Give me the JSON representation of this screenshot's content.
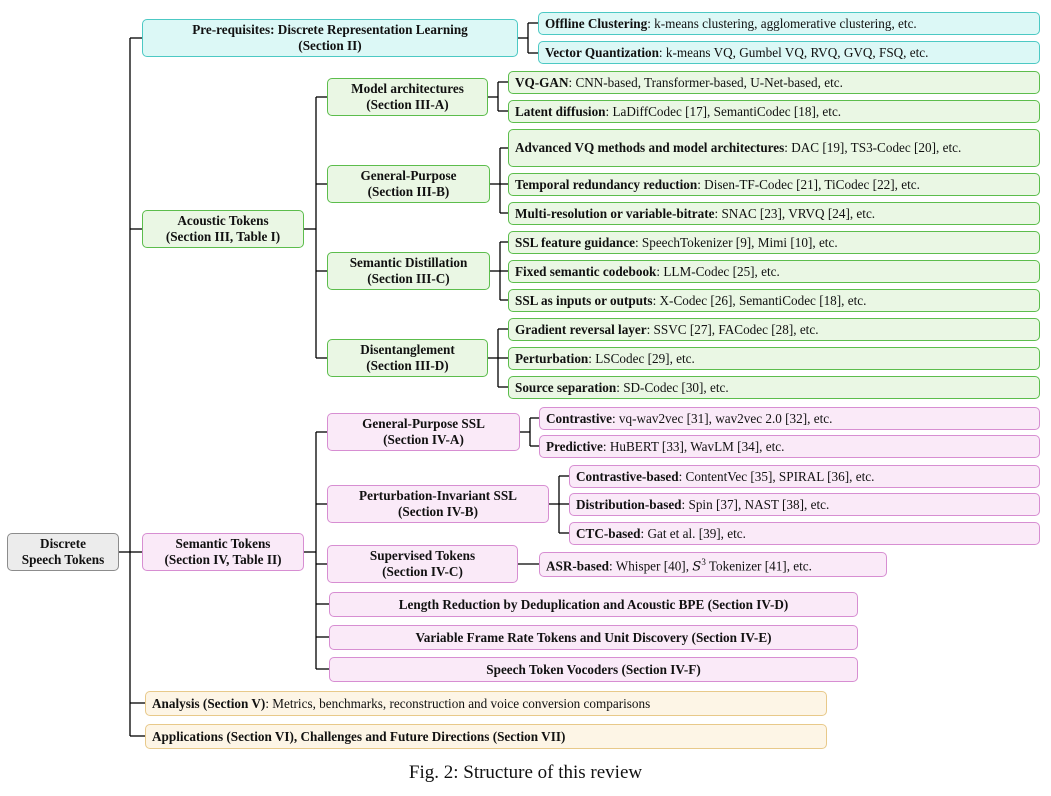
{
  "root": {
    "line1": "Discrete",
    "line2": "Speech Tokens"
  },
  "prereq": {
    "title": "Pre-requisites: Discrete Representation Learning",
    "section": "(Section II)",
    "leaves": [
      {
        "bold": "Offline Clustering",
        "rest": ": k-means clustering, agglomerative clustering, etc."
      },
      {
        "bold": "Vector Quantization",
        "rest": ": k-means VQ, Gumbel VQ, RVQ, GVQ, FSQ, etc."
      }
    ]
  },
  "acoustic": {
    "title": "Acoustic Tokens",
    "section": "(Section III, Table I)",
    "model_arch": {
      "title": "Model architectures",
      "section": "(Section III-A)",
      "leaves": [
        {
          "bold": "VQ-GAN",
          "rest": ": CNN-based, Transformer-based, U-Net-based, etc."
        },
        {
          "bold": "Latent diffusion",
          "rest": ": LaDiffCodec [17], SemantiCodec [18], etc."
        }
      ]
    },
    "general": {
      "title": "General-Purpose",
      "section": "(Section III-B)",
      "leaves": [
        {
          "bold": "Advanced VQ methods and model architectures",
          "rest": ": DAC [19], TS3-Codec [20], etc."
        },
        {
          "bold": "Temporal redundancy reduction",
          "rest": ": Disen-TF-Codec [21], TiCodec [22], etc."
        },
        {
          "bold": "Multi-resolution or variable-bitrate",
          "rest": ": SNAC [23], VRVQ [24], etc."
        }
      ]
    },
    "distill": {
      "title": "Semantic Distillation",
      "section": "(Section III-C)",
      "leaves": [
        {
          "bold": "SSL feature guidance",
          "rest": ": SpeechTokenizer [9], Mimi [10], etc."
        },
        {
          "bold": "Fixed semantic codebook",
          "rest": ": LLM-Codec [25], etc."
        },
        {
          "bold": "SSL as inputs or outputs",
          "rest": ": X-Codec [26], SemantiCodec [18], etc."
        }
      ]
    },
    "disent": {
      "title": "Disentanglement",
      "section": "(Section III-D)",
      "leaves": [
        {
          "bold": "Gradient reversal layer",
          "rest": ": SSVC [27], FACodec [28], etc."
        },
        {
          "bold": "Perturbation",
          "rest": ": LSCodec [29], etc."
        },
        {
          "bold": "Source separation",
          "rest": ": SD-Codec [30], etc."
        }
      ]
    }
  },
  "semantic": {
    "title": "Semantic Tokens",
    "section": "(Section IV, Table II)",
    "gp_ssl": {
      "title": "General-Purpose SSL",
      "section": "(Section IV-A)",
      "leaves": [
        {
          "bold": "Contrastive",
          "rest": ": vq-wav2vec [31], wav2vec 2.0 [32], etc."
        },
        {
          "bold": "Predictive",
          "rest": ": HuBERT [33], WavLM [34], etc."
        }
      ]
    },
    "pi_ssl": {
      "title": "Perturbation-Invariant SSL",
      "section": "(Section IV-B)",
      "leaves": [
        {
          "bold": "Contrastive-based",
          "rest": ": ContentVec [35], SPIRAL [36], etc."
        },
        {
          "bold": "Distribution-based",
          "rest": ": Spin [37], NAST [38], etc."
        },
        {
          "bold": "CTC-based",
          "rest": ": Gat et al. [39], etc."
        }
      ]
    },
    "supervised": {
      "title": "Supervised Tokens",
      "section": "(Section IV-C)",
      "leaves": [
        {
          "bold": "ASR-based",
          "rest_a": ": Whisper [40], ",
          "math": "S",
          "sup": "3",
          "rest_b": " Tokenizer [41], etc."
        }
      ]
    },
    "dedup": "Length Reduction by Deduplication and Acoustic BPE (Section IV-D)",
    "vfr": "Variable Frame Rate Tokens and Unit Discovery (Section IV-E)",
    "vocoders": "Speech Token Vocoders (Section IV-F)"
  },
  "analysis": {
    "bold": "Analysis (Section V)",
    "rest": ": Metrics, benchmarks, reconstruction and voice conversion comparisons"
  },
  "applications": "Applications (Section VI), Challenges and Future Directions (Section VII)",
  "caption": "Fig. 2: Structure of this review"
}
